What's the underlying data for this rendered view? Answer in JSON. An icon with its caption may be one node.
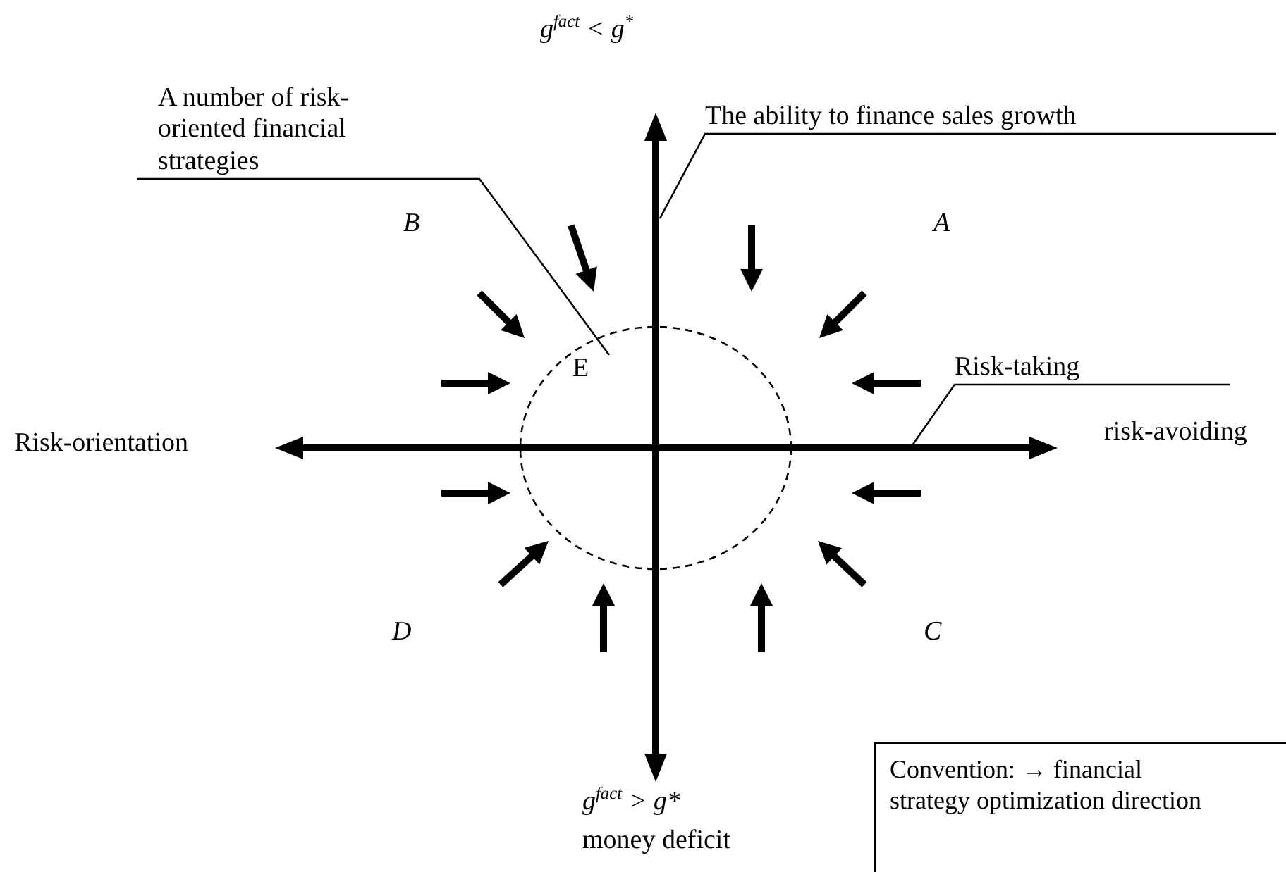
{
  "diagram": {
    "nodes": [
      {
        "text": [
          "A number of risk-oriented financial strategies"
        ]
      },
      {
        "text": [
          "E"
        ]
      },
      {
        "text": [
          "The ability to finance sales growth"
        ]
      },
      {
        "text": [
          "Risk-taking"
        ]
      },
      {
        "text": [
          "Convention: → financial strategy optimization direction"
        ]
      }
    ],
    "edges": [
      {
        "from": 0,
        "to": 1,
        "arrow": "none"
      },
      {
        "from": 2,
        "to": null,
        "arrow": "none"
      },
      {
        "from": 3,
        "to": null,
        "arrow": "none"
      }
    ],
    "labels": [
      "g$^{fact}$ < g$^{*}$",
      "B",
      "A",
      "Risk-orientation",
      "risk-avoiding",
      "D",
      "C",
      "g$^{fact}$ > g*",
      "money deficit"
    ]
  }
}
